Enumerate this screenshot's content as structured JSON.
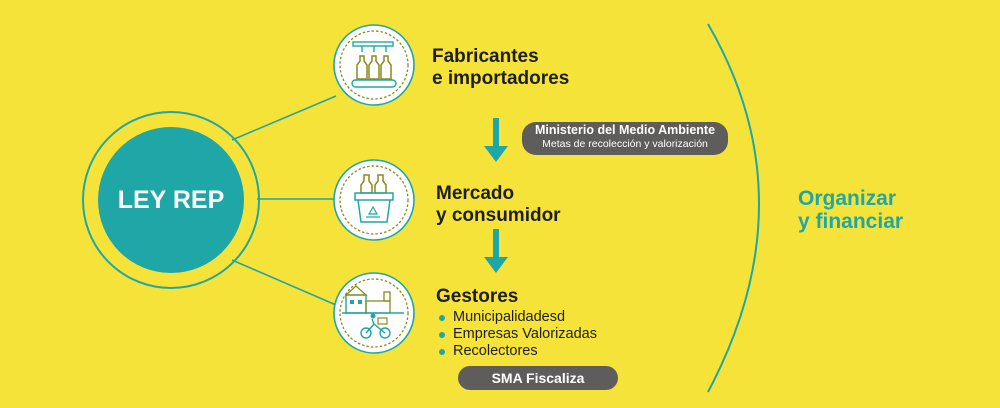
{
  "center": {
    "label": "LEY REP"
  },
  "nodes": [
    {
      "title_line1": "Fabricantes",
      "title_line2": "e importadores",
      "icon": "bottling-line-icon"
    },
    {
      "title_line1": "Mercado",
      "title_line2": "y consumidor",
      "icon": "recycling-basket-icon"
    },
    {
      "title_line1": "Gestores",
      "title_line2": "",
      "icon": "waste-managers-icon",
      "bullets": [
        "Municipalidadesd",
        "Empresas Valorizadas",
        "Recolectores"
      ]
    }
  ],
  "ministry": {
    "title": "Ministerio del Medio Ambiente",
    "subtitle": "Metas de recolección y valorización"
  },
  "sma": {
    "label": "SMA Fiscaliza"
  },
  "side_label": {
    "line1": "Organizar",
    "line2": "y financiar"
  },
  "colors": {
    "background": "#f6e33a",
    "teal": "#1ea7a6",
    "pill": "#5e5d5c",
    "icon_olive": "#8a8a1e"
  }
}
